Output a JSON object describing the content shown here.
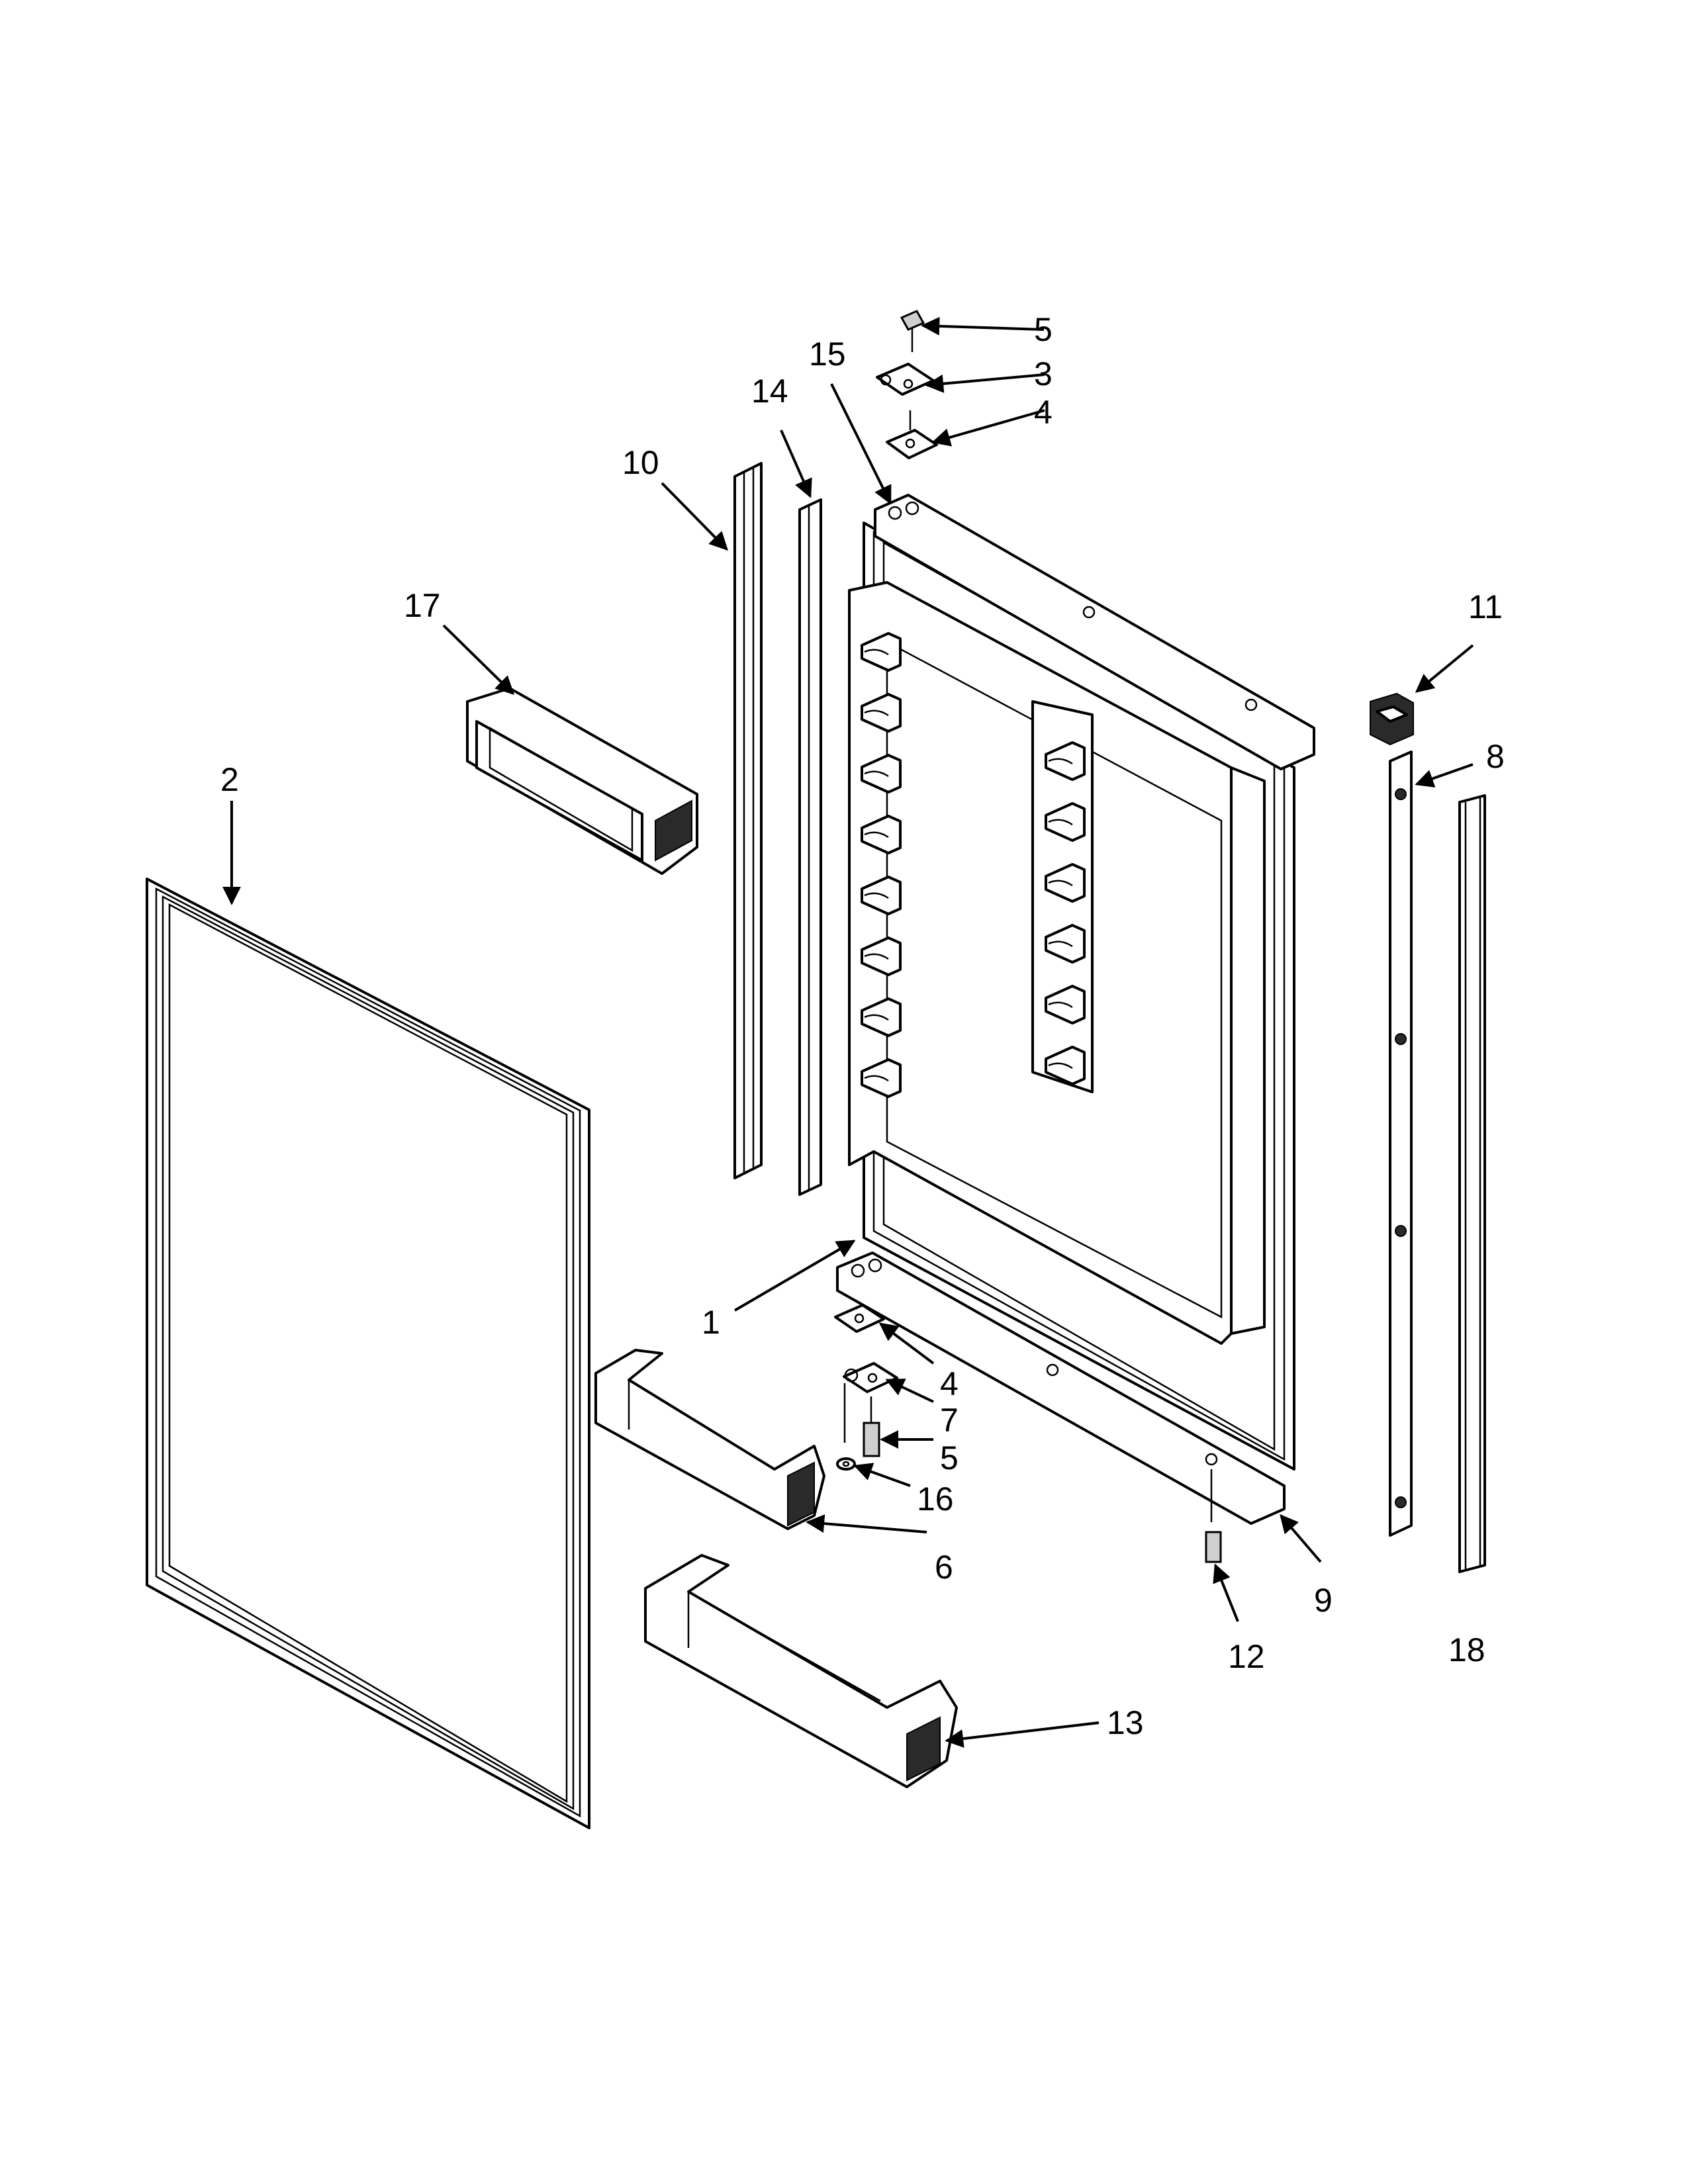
{
  "callouts": [
    {
      "id": "c1",
      "label": "1"
    },
    {
      "id": "c2",
      "label": "2"
    },
    {
      "id": "c3",
      "label": "3"
    },
    {
      "id": "c4a",
      "label": "4"
    },
    {
      "id": "c4b",
      "label": "4"
    },
    {
      "id": "c5a",
      "label": "5"
    },
    {
      "id": "c5b",
      "label": "5"
    },
    {
      "id": "c6",
      "label": "6"
    },
    {
      "id": "c7",
      "label": "7"
    },
    {
      "id": "c8",
      "label": "8"
    },
    {
      "id": "c9",
      "label": "9"
    },
    {
      "id": "c10",
      "label": "10"
    },
    {
      "id": "c11",
      "label": "11"
    },
    {
      "id": "c12",
      "label": "12"
    },
    {
      "id": "c13",
      "label": "13"
    },
    {
      "id": "c14",
      "label": "14"
    },
    {
      "id": "c15",
      "label": "15"
    },
    {
      "id": "c16",
      "label": "16"
    },
    {
      "id": "c17",
      "label": "17"
    },
    {
      "id": "c18",
      "label": "18"
    }
  ]
}
